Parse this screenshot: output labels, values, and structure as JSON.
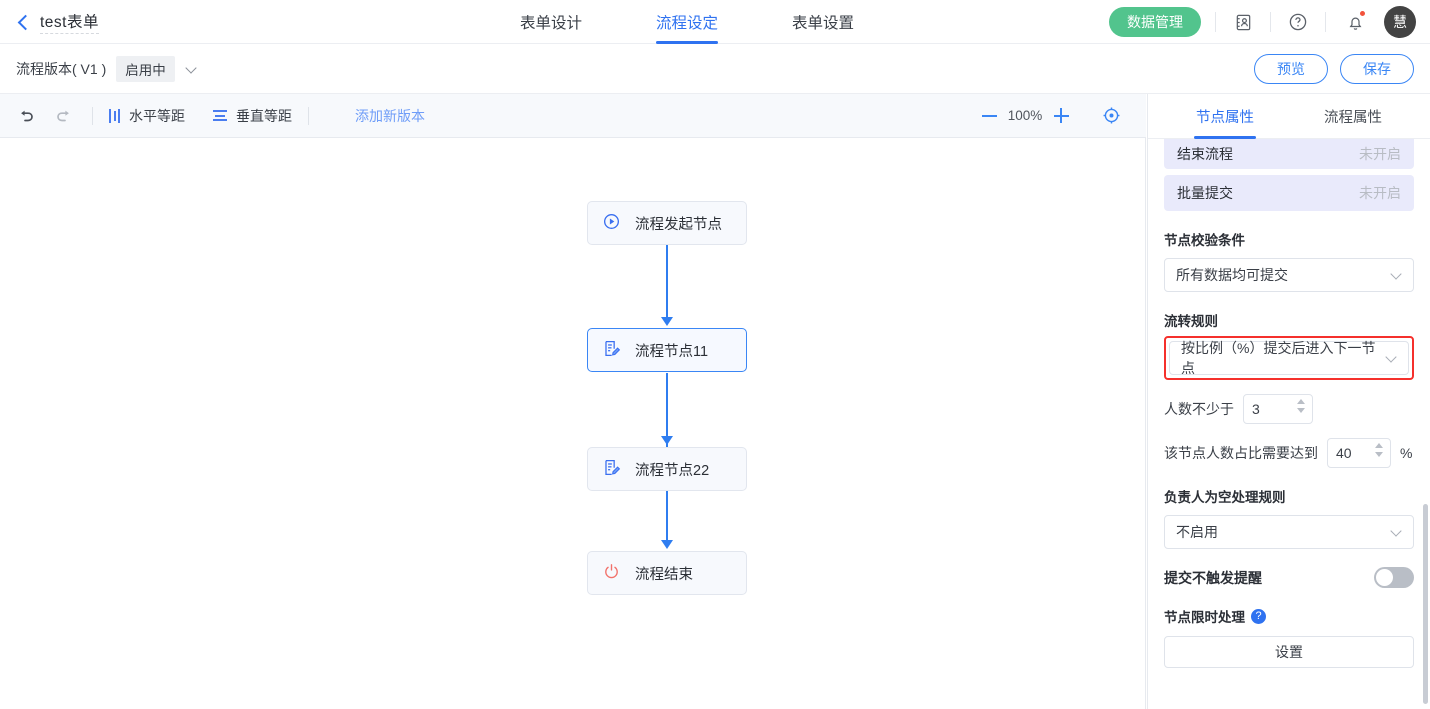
{
  "topbar": {
    "back_icon": "chevron-left-icon",
    "doc_title": "test表单",
    "tabs": [
      {
        "label": "表单设计",
        "active": false
      },
      {
        "label": "流程设定",
        "active": true
      },
      {
        "label": "表单设置",
        "active": false
      }
    ],
    "data_button": "数据管理",
    "icons": [
      "contacts-icon",
      "help-circle-icon",
      "bell-icon"
    ],
    "avatar_text": "慧",
    "accent": "#2f72f0",
    "green": "#52c48d"
  },
  "versionbar": {
    "label": "流程版本( V1 )",
    "badge": "启用中",
    "caret": "chevron-down-icon",
    "preview_button": "预览",
    "save_button": "保存"
  },
  "toolbar": {
    "undo_icon": "undo-icon",
    "redo_icon": "redo-icon",
    "h_space_label": "水平等距",
    "v_space_label": "垂直等距",
    "add_version_link": "添加新版本",
    "zoom_out_icon": "minus-icon",
    "zoom_value": "100%",
    "zoom_in_icon": "plus-icon",
    "fit_icon": "target-icon"
  },
  "canvas": {
    "nodes": [
      {
        "label": "流程发起节点",
        "icon": "play-circle-icon",
        "selected": false
      },
      {
        "label": "流程节点11",
        "icon": "form-edit-icon",
        "selected": true
      },
      {
        "label": "流程节点22",
        "icon": "form-edit-icon",
        "selected": false
      },
      {
        "label": "流程结束",
        "icon": "power-off-icon",
        "selected": false
      }
    ],
    "connector_color": "#2f7df0"
  },
  "panel": {
    "tabs": [
      {
        "label": "节点属性",
        "active": true
      },
      {
        "label": "流程属性",
        "active": false
      }
    ],
    "rows": [
      {
        "label": "结束流程",
        "state": "未开启"
      },
      {
        "label": "批量提交",
        "state": "未开启"
      }
    ],
    "validate_label": "节点校验条件",
    "validate_value": "所有数据均可提交",
    "flow_rule_label": "流转规则",
    "flow_rule_value": "按比例（%）提交后进入下一节点",
    "flow_rule_highlight_color": "#f5302c",
    "min_count_label": "人数不少于",
    "min_count_value": "3",
    "ratio_label": "该节点人数占比需要达到",
    "ratio_value": "40",
    "ratio_suffix": "%",
    "empty_owner_label": "负责人为空处理规则",
    "empty_owner_value": "不启用",
    "no_remind_label": "提交不触发提醒",
    "no_remind_on": false,
    "timeout_label": "节点限时处理",
    "timeout_help": "?",
    "settings_button": "设置"
  }
}
